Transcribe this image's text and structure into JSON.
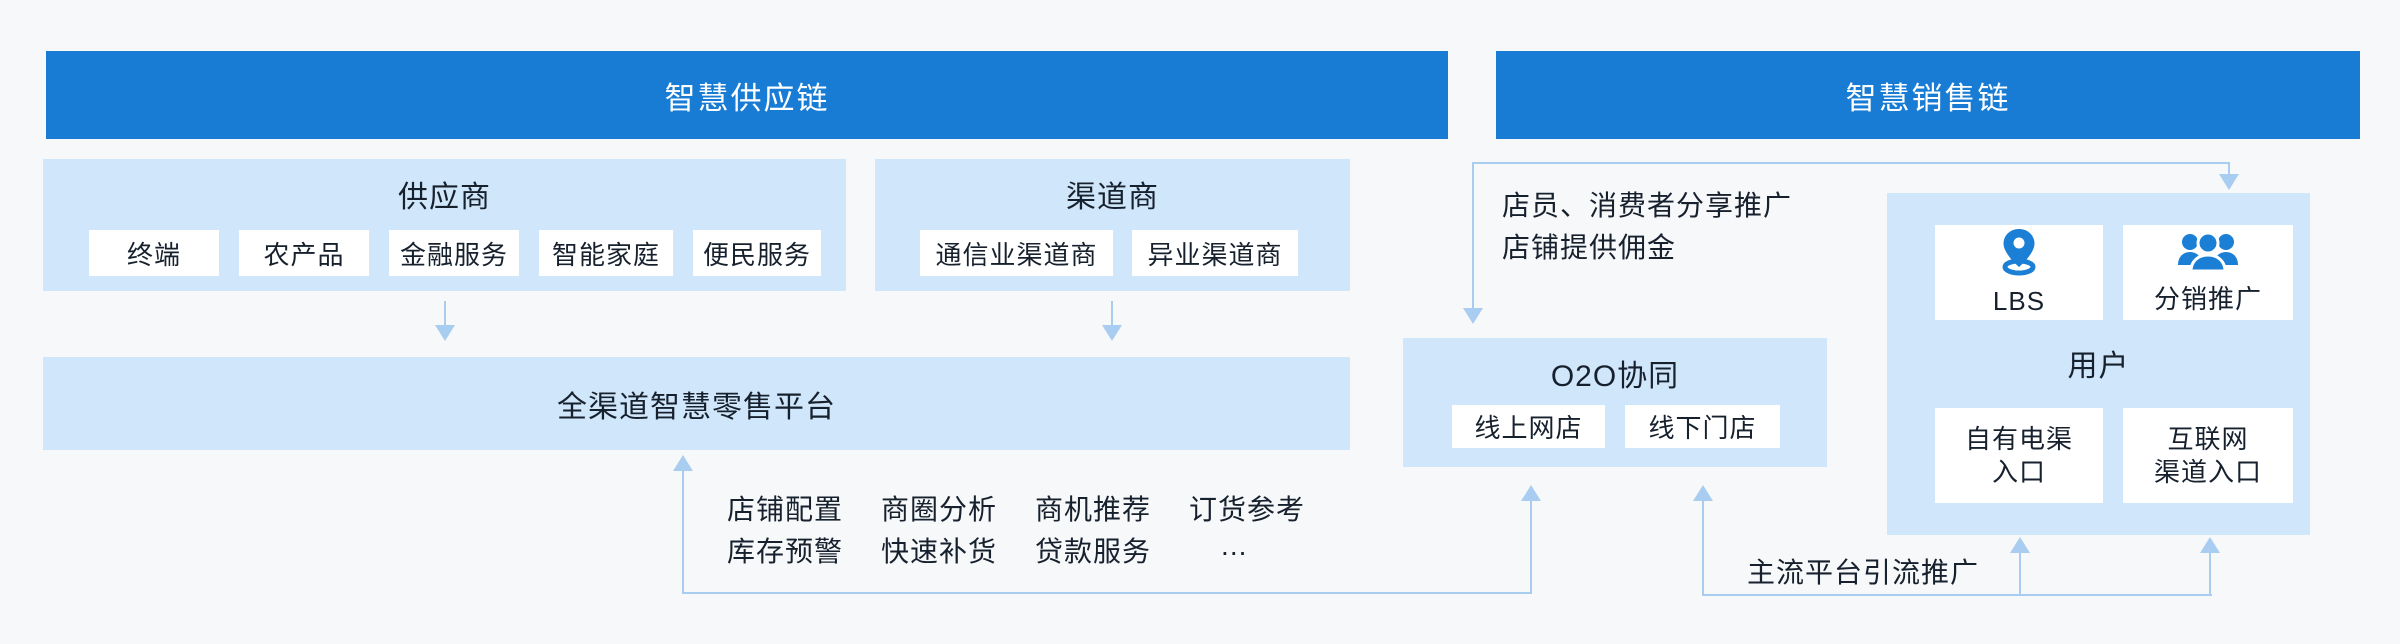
{
  "colors": {
    "header_blue": "#187cd4",
    "panel_blue": "#d0e6fb",
    "chip_white": "#ffffff",
    "text_dark": "#17212e",
    "connector": "#a9cdf0",
    "icon_blue": "#1b7fd6",
    "background": "#f7f8fa"
  },
  "supply": {
    "header": "智慧供应链",
    "supplier": {
      "title": "供应商",
      "items": [
        "终端",
        "农产品",
        "金融服务",
        "智能家庭",
        "便民服务"
      ]
    },
    "channel": {
      "title": "渠道商",
      "items": [
        "通信业渠道商",
        "异业渠道商"
      ]
    },
    "platform": "全渠道智慧零售平台",
    "features_row1": [
      "店铺配置",
      "商圈分析",
      "商机推荐",
      "订货参考"
    ],
    "features_row2": [
      "库存预警",
      "快速补货",
      "贷款服务",
      "..."
    ]
  },
  "sales": {
    "header": "智慧销售链",
    "o2o": {
      "title": "O2O协同",
      "items": [
        "线上网店",
        "线下门店"
      ]
    },
    "share_note_line1": "店员、消费者分享推广",
    "share_note_line2": "店铺提供佣金",
    "user": {
      "title": "用户",
      "lbs": {
        "label": "LBS",
        "icon": "location-pin-icon"
      },
      "distribution": {
        "label": "分销推广",
        "icon": "people-group-icon"
      },
      "own_channel": {
        "line1": "自有电渠",
        "line2": "入口"
      },
      "internet_channel": {
        "line1": "互联网",
        "line2": "渠道入口"
      }
    },
    "traffic_note": "主流平台引流推广"
  }
}
